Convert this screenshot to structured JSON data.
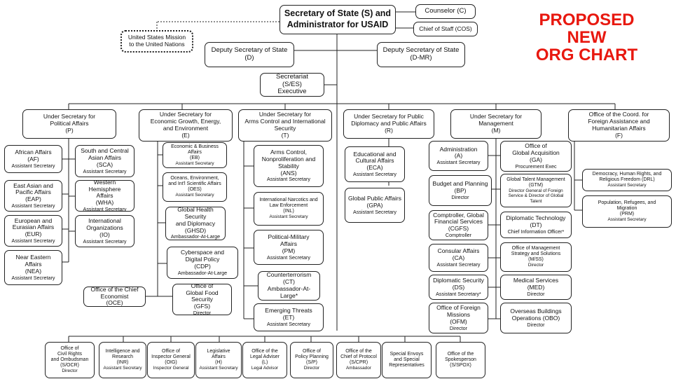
{
  "headline": [
    "PROPOSED",
    "NEW",
    "ORG CHART"
  ],
  "accent_color": "#e8180f",
  "boxes": {
    "sec": {
      "t": [
        "Secretary of State (S) and",
        "Administrator for USAID"
      ],
      "s": []
    },
    "counselor": {
      "t": [
        "Counselor (C)"
      ],
      "s": []
    },
    "cos": {
      "t": [
        "Chief of Staff (COS)"
      ],
      "s": []
    },
    "usun": {
      "t": [
        "United States Mission",
        "to the United Nations"
      ],
      "s": []
    },
    "d": {
      "t": [
        "Deputy Secretary of State",
        "(D)"
      ],
      "s": []
    },
    "dmr": {
      "t": [
        "Deputy Secretary of State",
        "(D-MR)"
      ],
      "s": []
    },
    "es": {
      "t": [
        "Executive Secretariat",
        "(S/ES)",
        "Executive Secretary"
      ],
      "s": []
    },
    "p": {
      "t": [
        "Under Secretary for",
        "Political Affairs",
        "(P)"
      ],
      "s": []
    },
    "e": {
      "t": [
        "Under Secretary for",
        "Economic Growth, Energy,",
        "and Environment",
        "(E)"
      ],
      "s": []
    },
    "t": {
      "t": [
        "Under Secretary for",
        "Arms Control and International",
        "Security",
        "(T)"
      ],
      "s": []
    },
    "r": {
      "t": [
        "Under Secretary for Public",
        "Diplomacy and Public Affairs",
        "(R)"
      ],
      "s": []
    },
    "m": {
      "t": [
        "Under Secretary for",
        "Management",
        "(M)"
      ],
      "s": []
    },
    "f": {
      "t": [
        "Office of the Coord. for",
        "Foreign Assistance and",
        "Humanitarian Affairs",
        "(F)"
      ],
      "s": []
    },
    "af": {
      "t": [
        "African Affairs",
        "(AF)"
      ],
      "s": [
        "Assistant Secretary"
      ]
    },
    "sca": {
      "t": [
        "South and Central",
        "Asian Affairs",
        "(SCA)"
      ],
      "s": [
        "Assistant Secretary"
      ]
    },
    "eap": {
      "t": [
        "East Asian and",
        "Pacific Affairs",
        "(EAP)"
      ],
      "s": [
        "Assistant Secretary"
      ]
    },
    "wha": {
      "t": [
        "Western Hemisphere",
        "Affairs",
        "(WHA)"
      ],
      "s": [
        "Assistant Secretary"
      ]
    },
    "eur": {
      "t": [
        "European and",
        "Eurasian Affairs",
        "(EUR)"
      ],
      "s": [
        "Assistant Secretary"
      ]
    },
    "io": {
      "t": [
        "International",
        "Organizations",
        "(IO)"
      ],
      "s": [
        "Assistant Secretary"
      ]
    },
    "nea": {
      "t": [
        "Near Eastern Affairs",
        "(NEA)"
      ],
      "s": [
        "Assistant Secretary"
      ]
    },
    "eb": {
      "t": [
        "Economic & Business",
        "Affairs",
        "(EB)"
      ],
      "s": [
        "Assistant Secretary"
      ]
    },
    "oes": {
      "t": [
        "Oceans, Environment,",
        "and Int'l Scientific Affairs",
        "(OES)"
      ],
      "s": [
        "Assistant Secretary"
      ]
    },
    "ghsd": {
      "t": [
        "Global Health Security",
        "and Diplomacy",
        "(GHSD)"
      ],
      "s": [
        "Ambassador-At-Large"
      ]
    },
    "cdp": {
      "t": [
        "Cyberspace and",
        "Digital Policy",
        "(CDP)"
      ],
      "s": [
        "Ambassador-At-Large"
      ]
    },
    "gfs": {
      "t": [
        "Office of",
        "Global Food Security",
        "(GFS)"
      ],
      "s": [
        "Director"
      ]
    },
    "oce": {
      "t": [
        "Office of the Chief",
        "Economist",
        "(OCE)"
      ],
      "s": []
    },
    "ans": {
      "t": [
        "Arms Control,",
        "Nonproliferation and",
        "Stability",
        "(ANS)"
      ],
      "s": [
        "Assistant Secretary"
      ]
    },
    "inl": {
      "t": [
        "International Narcotics and",
        "Law Enforcement",
        "(INL)"
      ],
      "s": [
        "Assistant Secretary"
      ]
    },
    "pm": {
      "t": [
        "Political-Military",
        "Affairs",
        "(PM)"
      ],
      "s": [
        "Assistant Secretary"
      ]
    },
    "ct": {
      "t": [
        "Counterterrorism",
        "(CT)",
        "Ambassador-At-Large*"
      ],
      "s": []
    },
    "et": {
      "t": [
        "Emerging Threats",
        "(ET)"
      ],
      "s": [
        "Assistant Secretary"
      ]
    },
    "eca": {
      "t": [
        "Educational and",
        "Cultural Affairs",
        "(ECA)"
      ],
      "s": [
        "Assistant Secretary"
      ]
    },
    "gpa": {
      "t": [
        "Global Public Affairs",
        "(GPA)"
      ],
      "s": [
        "Assistant Secretary"
      ]
    },
    "a": {
      "t": [
        "Administration",
        "(A)"
      ],
      "s": [
        "Assistant Secretary"
      ]
    },
    "ga": {
      "t": [
        "Office of",
        "Global Acquisition",
        "(GA)"
      ],
      "s": [
        "Procurement Exec"
      ]
    },
    "bp": {
      "t": [
        "Budget and Planning",
        "(BP)"
      ],
      "s": [
        "Director"
      ]
    },
    "gtm": {
      "t": [
        "Global Talent Management",
        "(GTM)"
      ],
      "s": [
        "Director General of Foreign",
        "Service & Director of Global",
        "Talent"
      ]
    },
    "cgfs": {
      "t": [
        "Comptroller, Global",
        "Financial Services",
        "(CGFS)"
      ],
      "s": [
        "Comptroller"
      ]
    },
    "dt": {
      "t": [
        "Diplomatic Technology",
        "(DT)"
      ],
      "s": [
        "Chief Information Officer*"
      ]
    },
    "ca": {
      "t": [
        "Consular Affairs",
        "(CA)"
      ],
      "s": [
        "Assistant Secretary"
      ]
    },
    "mss": {
      "t": [
        "Office of Management",
        "Strategy and Solutions",
        "(M/SS)"
      ],
      "s": [
        "Director"
      ]
    },
    "ds": {
      "t": [
        "Diplomatic Security",
        "(DS)"
      ],
      "s": [
        "Assistant Secretary*"
      ]
    },
    "med": {
      "t": [
        "Medical Services",
        "(MED)"
      ],
      "s": [
        "Director"
      ]
    },
    "ofm": {
      "t": [
        "Office of Foreign",
        "Missions",
        "(OFM)"
      ],
      "s": [
        "Director"
      ]
    },
    "obo": {
      "t": [
        "Overseas Buildings",
        "Operations (OBO)"
      ],
      "s": [
        "Director"
      ]
    },
    "drl": {
      "t": [
        "Democracy, Human Rights, and",
        "Religious Freedom (DRL)"
      ],
      "s": [
        "Assistant Secretary"
      ]
    },
    "prm": {
      "t": [
        "Population, Refugees, and",
        "Migration",
        "(PRM)"
      ],
      "s": [
        "Assistant Secretary"
      ]
    },
    "ocr": {
      "t": [
        "Office of",
        "Civil Rights",
        "and Ombudsman",
        "(S/OCR)"
      ],
      "s": [
        "Director"
      ]
    },
    "inr": {
      "t": [
        "Intelligence and",
        "Research",
        "(INR)"
      ],
      "s": [
        "Assistant Secretary"
      ]
    },
    "oig": {
      "t": [
        "Office of",
        "Inspector General",
        "(OIG)"
      ],
      "s": [
        "Inspector General"
      ]
    },
    "h": {
      "t": [
        "Legislative",
        "Affairs",
        "(H)"
      ],
      "s": [
        "Assistant Secretary"
      ]
    },
    "l": {
      "t": [
        "Office of the",
        "Legal Adviser",
        "(L)"
      ],
      "s": [
        "Legal Advisor"
      ]
    },
    "sp": {
      "t": [
        "Office of",
        "Policy Planning",
        "(S/P)"
      ],
      "s": [
        "Director"
      ]
    },
    "cpr": {
      "t": [
        "Office of the",
        "Chief of Protocol",
        "(S/CPR)"
      ],
      "s": [
        "Ambassador"
      ]
    },
    "sesr": {
      "t": [
        "Special Envoys",
        "and Special",
        "Representatives"
      ],
      "s": []
    },
    "spox": {
      "t": [
        "Office of the",
        "Spokesperson",
        "(S/SPOX)"
      ],
      "s": []
    }
  }
}
